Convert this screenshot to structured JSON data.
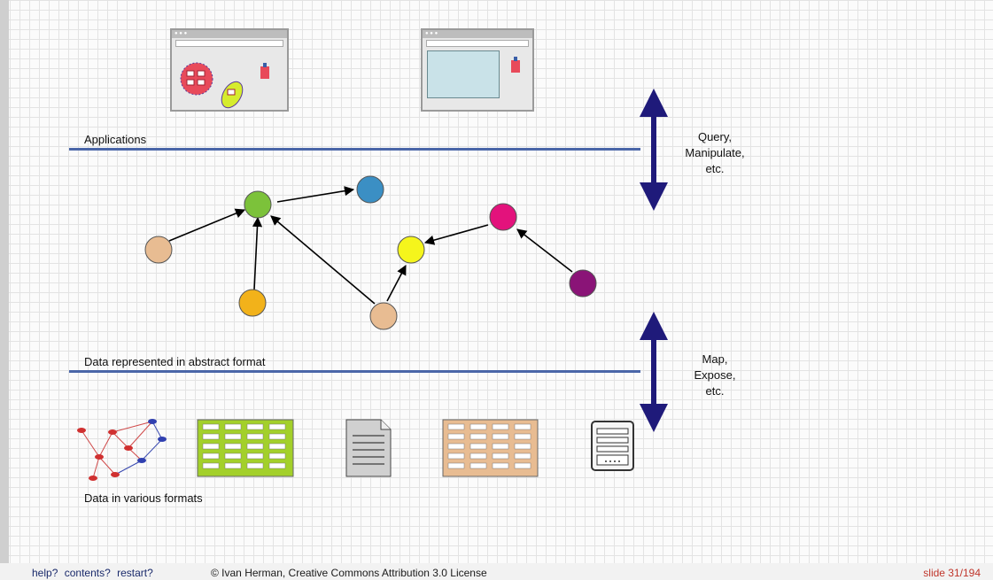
{
  "labels": {
    "applications": "Applications",
    "abstract": "Data represented in abstract format",
    "various": "Data in various formats"
  },
  "side_top": [
    "Query,",
    "Manipulate,",
    "etc."
  ],
  "side_bottom": [
    "Map,",
    "Expose,",
    "etc."
  ],
  "footer": {
    "help": "help?",
    "contents": "contents?",
    "restart": "restart?",
    "license": "© Ivan Herman, Creative Commons Attribution 3.0 License",
    "slide": "slide 31/194"
  },
  "colors": {
    "line": "#4a66a8",
    "arrow": "#1f1a7a",
    "green": "#7cc23a",
    "blue": "#3b8fc4",
    "peach": "#e8bc92",
    "orange": "#f2b21a",
    "yellow": "#f5f51c",
    "magenta": "#e3127c",
    "purple": "#8a1477",
    "lime_table": "#a3d02a",
    "tan_table": "#e8bc92"
  }
}
